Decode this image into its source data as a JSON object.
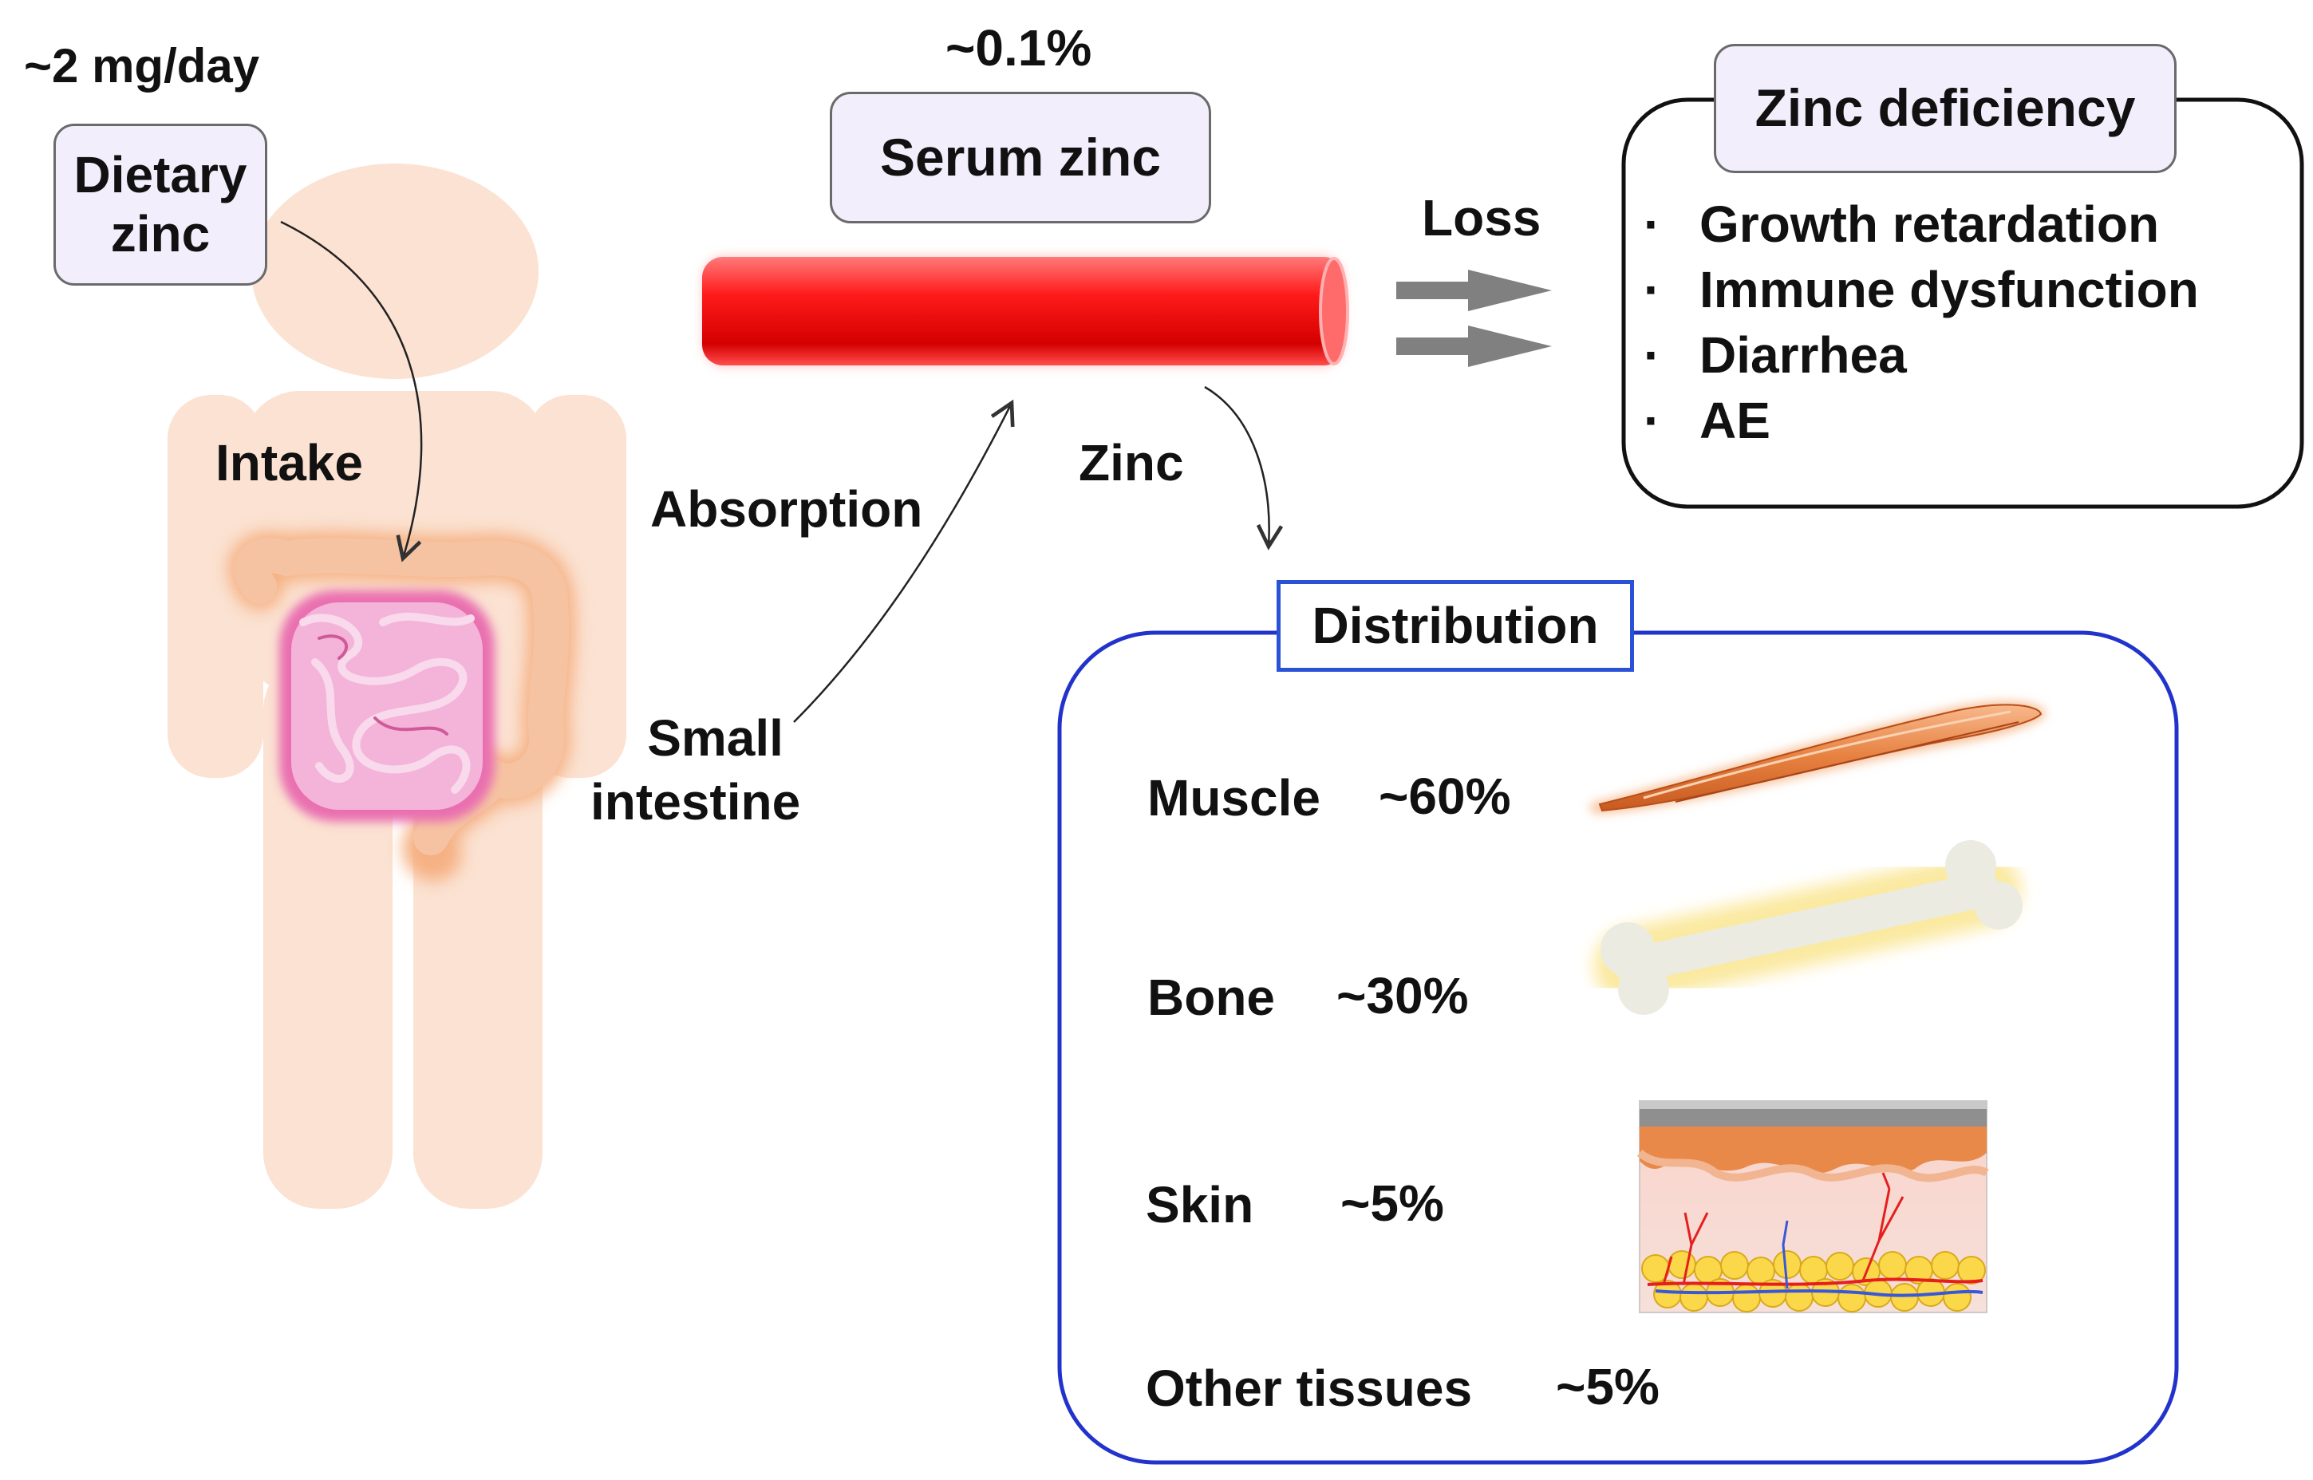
{
  "intake": {
    "amount": "~2 mg/day",
    "label_line1": "Dietary",
    "label_line2": "zinc",
    "intake_label": "Intake"
  },
  "absorption": {
    "label": "Absorption",
    "site_line1": "Small",
    "site_line2": "intestine"
  },
  "serum": {
    "percent": "~0.1%",
    "label": "Serum zinc",
    "zinc_label": "Zinc"
  },
  "loss": {
    "label": "Loss"
  },
  "deficiency": {
    "title": "Zinc deficiency",
    "bullet": "·",
    "items": [
      "Growth retardation",
      "Immune dysfunction",
      "Diarrhea",
      "AE"
    ]
  },
  "distribution": {
    "title": "Distribution",
    "rows": [
      {
        "tissue": "Muscle",
        "percent": "~60%"
      },
      {
        "tissue": "Bone",
        "percent": "~30%"
      },
      {
        "tissue": "Skin",
        "percent": "~5%"
      },
      {
        "tissue": "Other tissues",
        "percent": "~5%"
      }
    ]
  },
  "colors": {
    "body": "#fbe2d2",
    "vessel": "#e80f12",
    "box_fill": "#f3eefc",
    "distribution_border": "#2233cc",
    "arrow_gray": "#808080"
  }
}
